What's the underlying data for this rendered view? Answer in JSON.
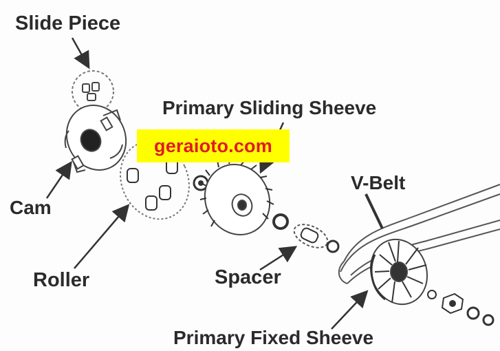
{
  "labels": {
    "slide_piece": "Slide Piece",
    "primary_sliding_sheeve": "Primary Sliding Sheeve",
    "cam": "Cam",
    "v_belt": "V-Belt",
    "roller": "Roller",
    "spacer": "Spacer",
    "primary_fixed_sheeve": "Primary Fixed Sheeve"
  },
  "watermark": {
    "text": "geraioto.com",
    "background": "#ffff00",
    "color": "#e01a2a"
  },
  "colors": {
    "line": "#333333",
    "text": "#2b2b2b",
    "background": "#fdfdfd"
  }
}
